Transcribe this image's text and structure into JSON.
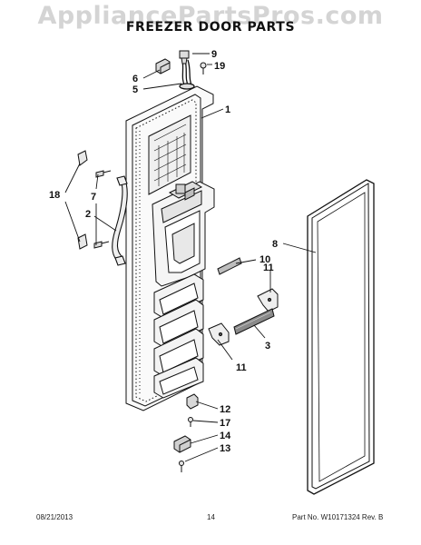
{
  "watermark": "AppliancePartsPros.com",
  "title": "FREEZER DOOR PARTS",
  "callouts": {
    "c1": "1",
    "c2": "2",
    "c3": "3",
    "c5": "5",
    "c6": "6",
    "c7": "7",
    "c8": "8",
    "c9": "9",
    "c10": "10",
    "c11a": "11",
    "c11b": "11",
    "c12": "12",
    "c13": "13",
    "c14": "14",
    "c17": "17",
    "c18": "18",
    "c19": "19"
  },
  "footer": {
    "date": "08/21/2013",
    "page": "14",
    "part": "Part No. W10171324  Rev. B"
  }
}
